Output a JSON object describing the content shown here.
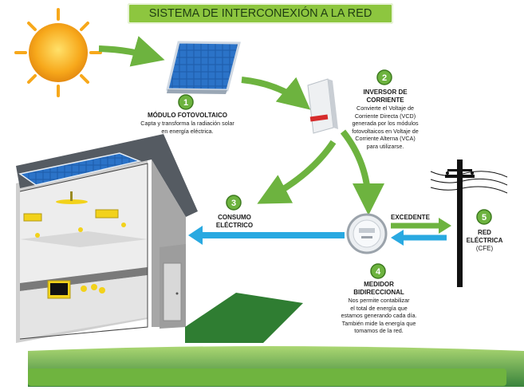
{
  "title": "SISTEMA DE INTERCONEXIÓN A LA RED",
  "steps": [
    {
      "number": "1",
      "heading": "MÓDULO FOTOVOLTAICO",
      "description": [
        "Capta y transforma la radiación solar",
        "en energía eléctrica."
      ]
    },
    {
      "number": "2",
      "heading": [
        "INVERSOR DE",
        "CORRIENTE"
      ],
      "description": [
        "Convierte el Voltaje de",
        "Corriente Directa (VCD)",
        "generada por los módulos",
        "fotovoltaicos en Voltaje de",
        "Corriente Alterna (VCA)",
        "para utilizarse."
      ]
    },
    {
      "number": "3",
      "heading": [
        "CONSUMO",
        "ELÉCTRICO"
      ],
      "description": []
    },
    {
      "number": "4",
      "heading": [
        "MEDIDOR",
        "BIDIRECCIONAL"
      ],
      "description": [
        "Nos permite contabilizar",
        "el total de energía que",
        "estamos generando cada día.",
        "También mide la energía que",
        "tomamos de la red."
      ]
    },
    {
      "number": "5",
      "heading": [
        "RED",
        "ELÉCTRICA",
        "(CFE)"
      ],
      "description": []
    }
  ],
  "flow_labels": {
    "excedente": "EXCEDENTE"
  },
  "colors": {
    "green": "#8dc63f",
    "dark_green": "#3d7a1f",
    "blue_arrow": "#29a9e1",
    "sun": "#f7a81b",
    "panel": "#1f5fae",
    "lawn": "#2f7d32"
  }
}
